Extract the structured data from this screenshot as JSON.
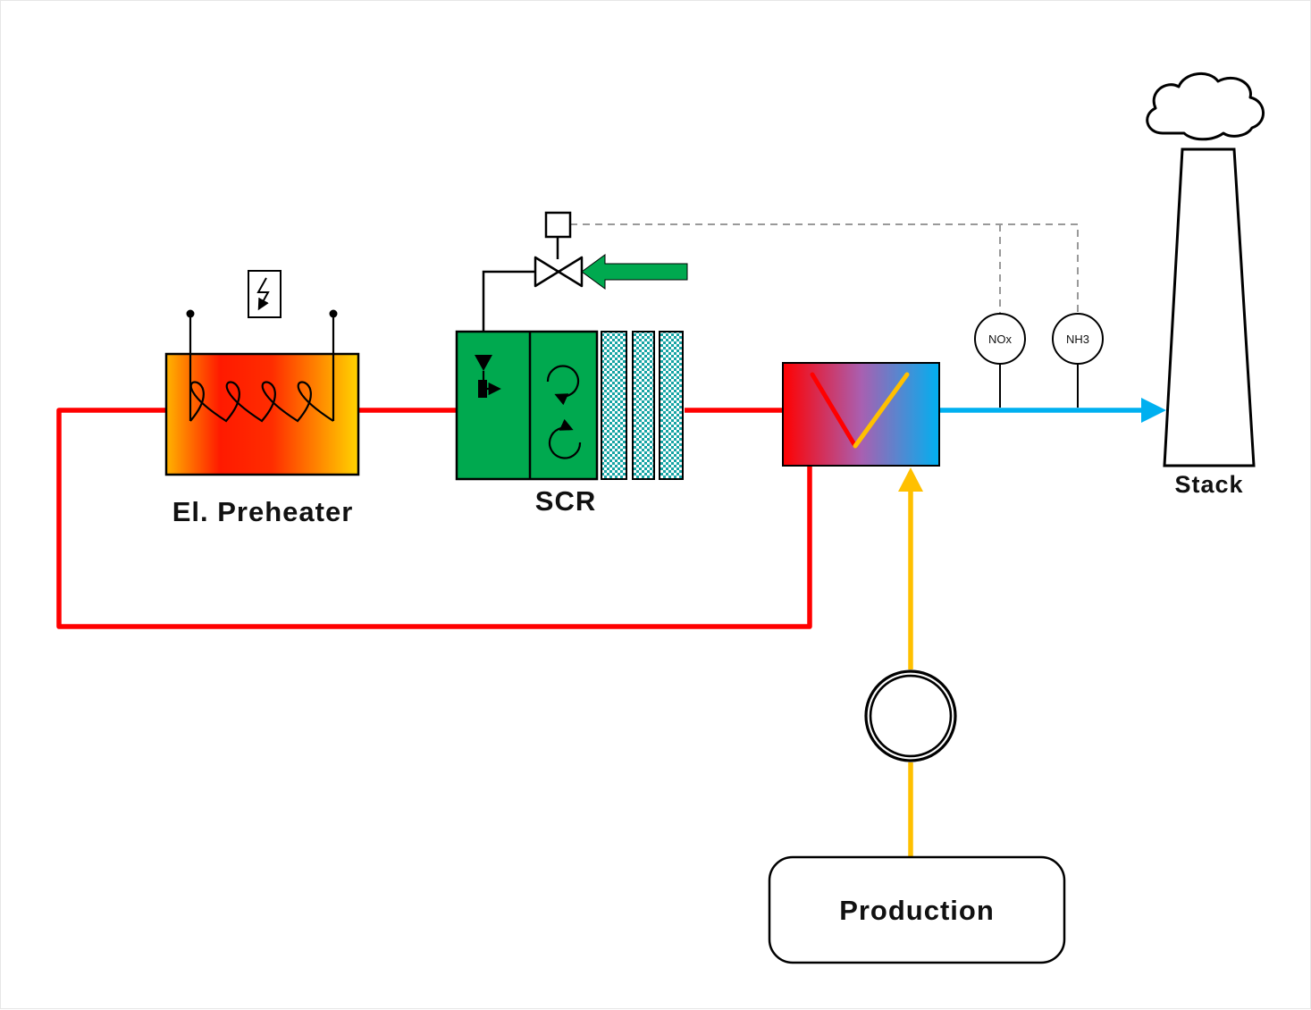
{
  "diagram": {
    "labels": {
      "preheater": "El. Preheater",
      "scr": "SCR",
      "stack": "Stack",
      "production": "Production"
    },
    "sensors": [
      {
        "label": "NOx"
      },
      {
        "label": "NH3"
      }
    ],
    "colors": {
      "hot_line": "#FF0000",
      "cold_line": "#FFC000",
      "clean_gas_line": "#00B0F0",
      "scr_green": "#00A94F",
      "ammonia_arrow": "#00A94F",
      "catalyst_teal": "#16A4A4",
      "signal_dashed": "#999999",
      "outline": "#000000"
    },
    "icons": {
      "heater_element": "zigzag-arrow",
      "fan": "circle-with-blades",
      "smoke": "cloud",
      "valve": "bowtie-valve",
      "actuator": "square-actuator"
    }
  }
}
